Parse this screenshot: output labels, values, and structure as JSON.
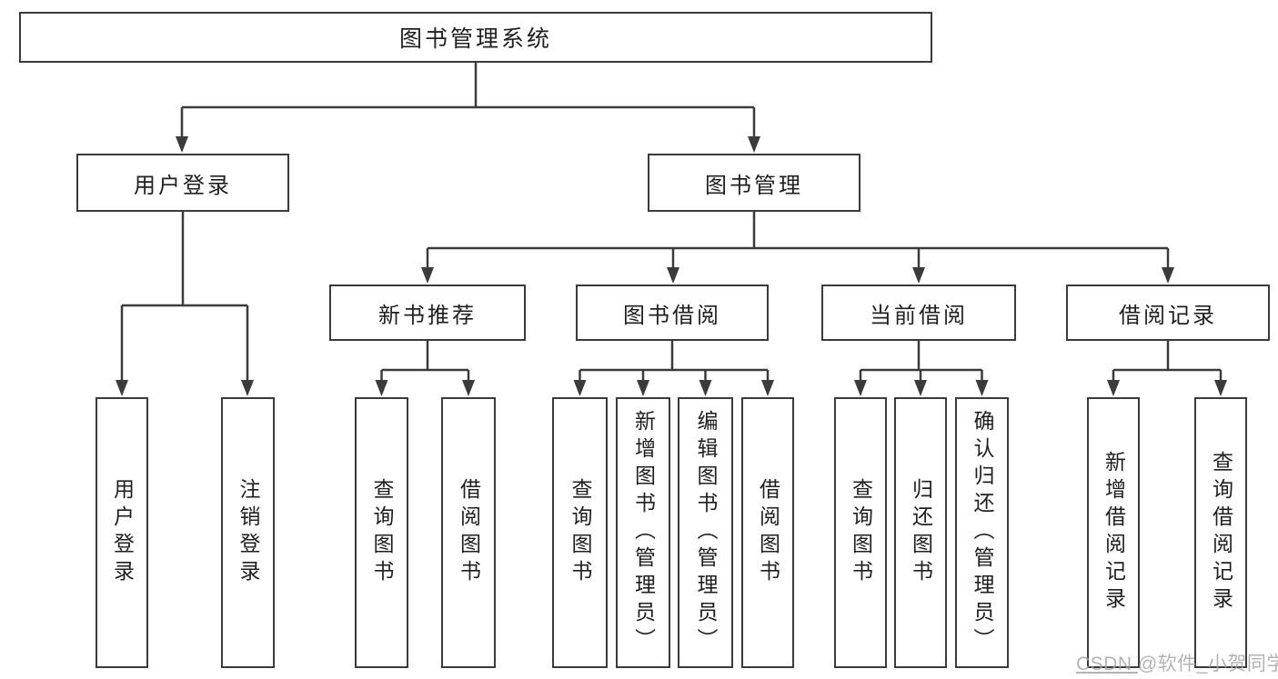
{
  "diagram_title": "图书管理系统",
  "watermark": {
    "prefix": "CSDN ",
    "author": "@软件_小贺同学"
  },
  "colors": {
    "line": "#3b3b3b",
    "text": "#1f1f1f",
    "background": "#ffffff",
    "watermark": "#a6a6a6"
  },
  "tree": {
    "root": {
      "label": "图书管理系统",
      "children": [
        {
          "label": "用户登录",
          "children": [
            {
              "label": "用户登录"
            },
            {
              "label": "注销登录"
            }
          ]
        },
        {
          "label": "图书管理",
          "children": [
            {
              "label": "新书推荐",
              "children": [
                {
                  "label": "查询图书"
                },
                {
                  "label": "借阅图书"
                }
              ]
            },
            {
              "label": "图书借阅",
              "children": [
                {
                  "label": "查询图书"
                },
                {
                  "label": "新增图书（管理员）"
                },
                {
                  "label": "编辑图书（管理员）"
                },
                {
                  "label": "借阅图书"
                }
              ]
            },
            {
              "label": "当前借阅",
              "children": [
                {
                  "label": "查询图书"
                },
                {
                  "label": "归还图书"
                },
                {
                  "label": "确认归还（管理员）"
                }
              ]
            },
            {
              "label": "借阅记录",
              "children": [
                {
                  "label": "新增借阅记录"
                },
                {
                  "label": "查询借阅记录"
                }
              ]
            }
          ]
        }
      ]
    }
  }
}
